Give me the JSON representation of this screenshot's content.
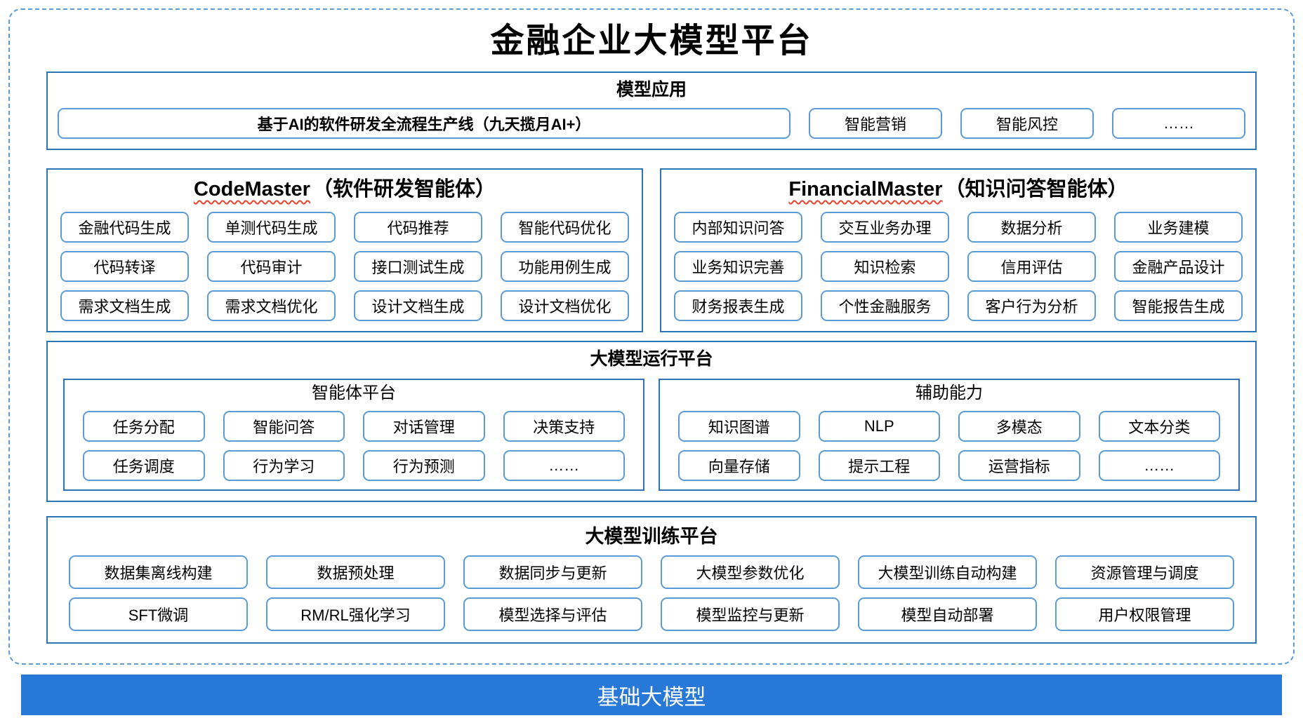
{
  "page_title": "金融企业大模型平台",
  "model_app": {
    "title": "模型应用",
    "pipeline_label": "基于AI的软件研发全流程生产线（九天揽月AI+）",
    "items": [
      "智能营销",
      "智能风控",
      "……"
    ]
  },
  "code_master": {
    "name_en": "CodeMaster",
    "name_zh": "（软件研发智能体）",
    "items": [
      "金融代码生成",
      "单测代码生成",
      "代码推荐",
      "智能代码优化",
      "代码转译",
      "代码审计",
      "接口测试生成",
      "功能用例生成",
      "需求文档生成",
      "需求文档优化",
      "设计文档生成",
      "设计文档优化"
    ]
  },
  "financial_master": {
    "name_en": "FinancialMaster",
    "name_zh": "（知识问答智能体）",
    "items": [
      "内部知识问答",
      "交互业务办理",
      "数据分析",
      "业务建模",
      "业务知识完善",
      "知识检索",
      "信用评估",
      "金融产品设计",
      "财务报表生成",
      "个性金融服务",
      "客户行为分析",
      "智能报告生成"
    ]
  },
  "runtime_platform": {
    "title": "大模型运行平台",
    "agent_platform": {
      "title": "智能体平台",
      "items": [
        "任务分配",
        "智能问答",
        "对话管理",
        "决策支持",
        "任务调度",
        "行为学习",
        "行为预测",
        "……"
      ]
    },
    "aux_capabilities": {
      "title": "辅助能力",
      "items": [
        "知识图谱",
        "NLP",
        "多模态",
        "文本分类",
        "向量存储",
        "提示工程",
        "运营指标",
        "……"
      ]
    }
  },
  "training_platform": {
    "title": "大模型训练平台",
    "items": [
      "数据集离线构建",
      "数据预处理",
      "数据同步与更新",
      "大模型参数优化",
      "大模型训练自动构建",
      "资源管理与调度",
      "SFT微调",
      "RM/RL强化学习",
      "模型选择与评估",
      "模型监控与更新",
      "模型自动部署",
      "用户权限管理"
    ]
  },
  "foundation_model": {
    "title": "基础大模型"
  },
  "colors": {
    "section_border": "#2E75B6",
    "chip_border": "#5B9BD5",
    "outer_dashed_border": "#5B9BD5",
    "foundation_bar": "#2878D8",
    "spellcheck_squiggle": "#E8432D"
  }
}
